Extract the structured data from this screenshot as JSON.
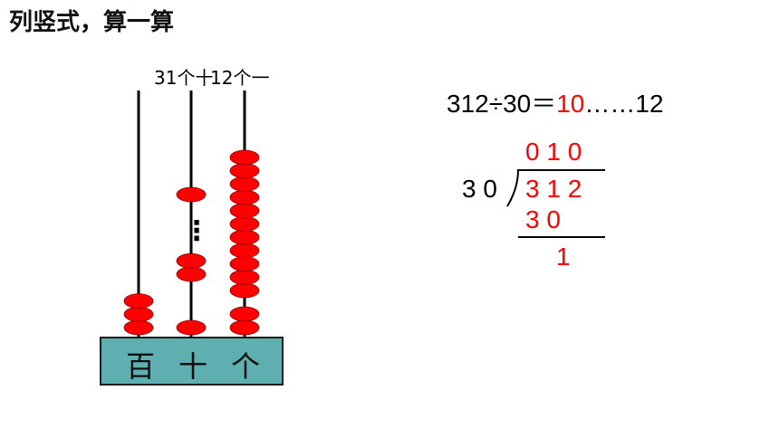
{
  "title": "列竖式，算一算",
  "abacus": {
    "rod_labels": [
      "31个十",
      "12个一"
    ],
    "places": [
      "百",
      "十",
      "个"
    ],
    "bead_counts": {
      "hundreds": 3,
      "tens_top": 1,
      "tens_middle": 2,
      "tens_bottom": 1,
      "ones": 13
    },
    "ellipsis": "⋮"
  },
  "equation": {
    "expression": "312÷30＝",
    "quotient": "10",
    "dots": "……",
    "remainder": "12"
  },
  "long_division": {
    "quotient_digits": "0 1 0",
    "divisor": "3 0",
    "dividend": "3 1 2",
    "product": "3 0",
    "difference": "1"
  },
  "colors": {
    "bead": "#ff0000",
    "base": "#5fafb0",
    "accent": "#ff0000"
  }
}
